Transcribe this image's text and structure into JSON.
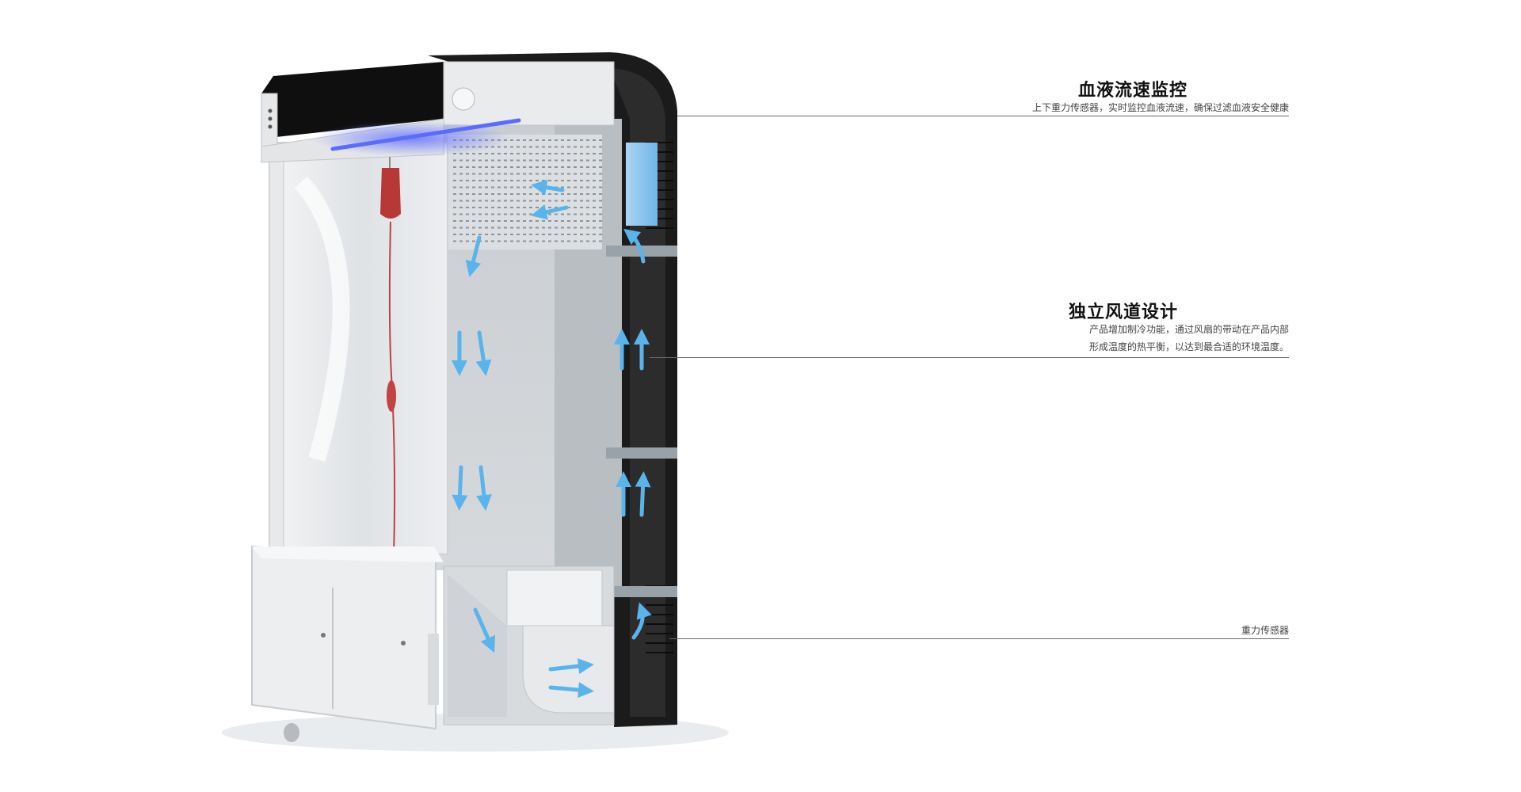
{
  "callouts": [
    {
      "title": "血液流速监控",
      "lines": [
        "上下重力传感器，实时监控血液流速，确保过滤血液安全健康"
      ]
    },
    {
      "title": "独立风道设计",
      "lines": [
        "产品增加制冷功能，通过风扇的带动在产品内部",
        "形成温度的热平衡，以达到最合适的环境温度。"
      ]
    },
    {
      "title": "",
      "lines": [
        "重力传感器"
      ]
    }
  ],
  "colors": {
    "airflow": "#5ab4ec",
    "led": "#5b6bff",
    "blood": "#b01818",
    "frame": "#1b1b1b",
    "panel": "#e6e8ea"
  },
  "icons": [
    "airflow-arrow-icon",
    "blood-bag-icon"
  ]
}
